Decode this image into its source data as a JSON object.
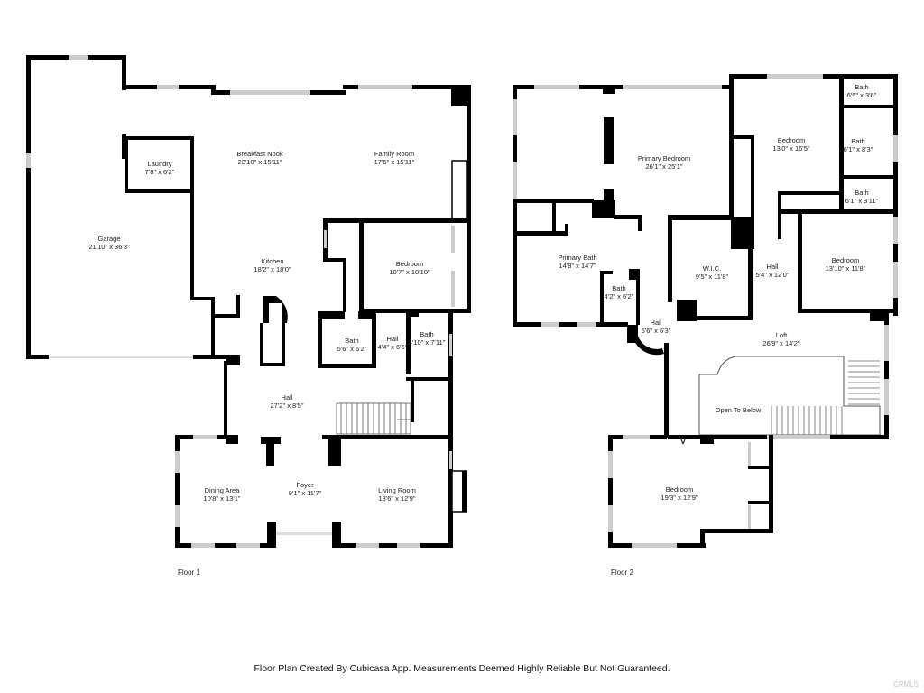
{
  "floors": [
    {
      "label": "Floor 1",
      "rooms": [
        {
          "name": "Garage",
          "dims": "21'10\" x 36'3\""
        },
        {
          "name": "Laundry",
          "dims": "7'8\" x 6'2\""
        },
        {
          "name": "Breakfast Nook",
          "dims": "23'10\" x 15'11\""
        },
        {
          "name": "Family Room",
          "dims": "17'6\" x 15'11\""
        },
        {
          "name": "Kitchen",
          "dims": "18'2\" x 18'0\""
        },
        {
          "name": "Bedroom",
          "dims": "10'7\" x 10'10\""
        },
        {
          "name": "Bath",
          "dims": "5'6\" x 6'2\""
        },
        {
          "name": "Hall",
          "dims": "4'4\" x 6'6\""
        },
        {
          "name": "Bath",
          "dims": "4'10\" x 7'11\""
        },
        {
          "name": "Hall",
          "dims": "27'2\" x 8'5\""
        },
        {
          "name": "Dining Area",
          "dims": "10'8\" x 13'1\""
        },
        {
          "name": "Foyer",
          "dims": "9'1\" x 11'7\""
        },
        {
          "name": "Living Room",
          "dims": "13'6\" x 12'9\""
        }
      ]
    },
    {
      "label": "Floor 2",
      "rooms": [
        {
          "name": "Primary Bedroom",
          "dims": "26'1\" x 25'1\""
        },
        {
          "name": "Bedroom",
          "dims": "13'0\" x 16'5\""
        },
        {
          "name": "Bath",
          "dims": "6'5\" x 3'6\""
        },
        {
          "name": "Bath",
          "dims": "6'1\" x 8'3\""
        },
        {
          "name": "Bath",
          "dims": "6'1\" x 3'11\""
        },
        {
          "name": "Primary Bath",
          "dims": "14'8\" x 14'7\""
        },
        {
          "name": "W.I.C.",
          "dims": "9'5\" x 11'8\""
        },
        {
          "name": "Hall",
          "dims": "5'4\" x 12'0\""
        },
        {
          "name": "Bedroom",
          "dims": "13'10\" x 11'8\""
        },
        {
          "name": "Bath",
          "dims": "4'2\" x 6'2\""
        },
        {
          "name": "Hall",
          "dims": "6'6\" x 6'3\""
        },
        {
          "name": "Loft",
          "dims": "26'9\" x 14'2\""
        },
        {
          "name": "Open To Below",
          "dims": ""
        },
        {
          "name": "Bedroom",
          "dims": "19'3\" x 12'9\""
        }
      ]
    }
  ],
  "footer": "Floor Plan Created By Cubicasa App. Measurements Deemed Highly Reliable But Not Guaranteed.",
  "watermark": "CRMLS",
  "colors": {
    "wall": "#000000",
    "window": "#cccccc",
    "background": "#ffffff"
  }
}
